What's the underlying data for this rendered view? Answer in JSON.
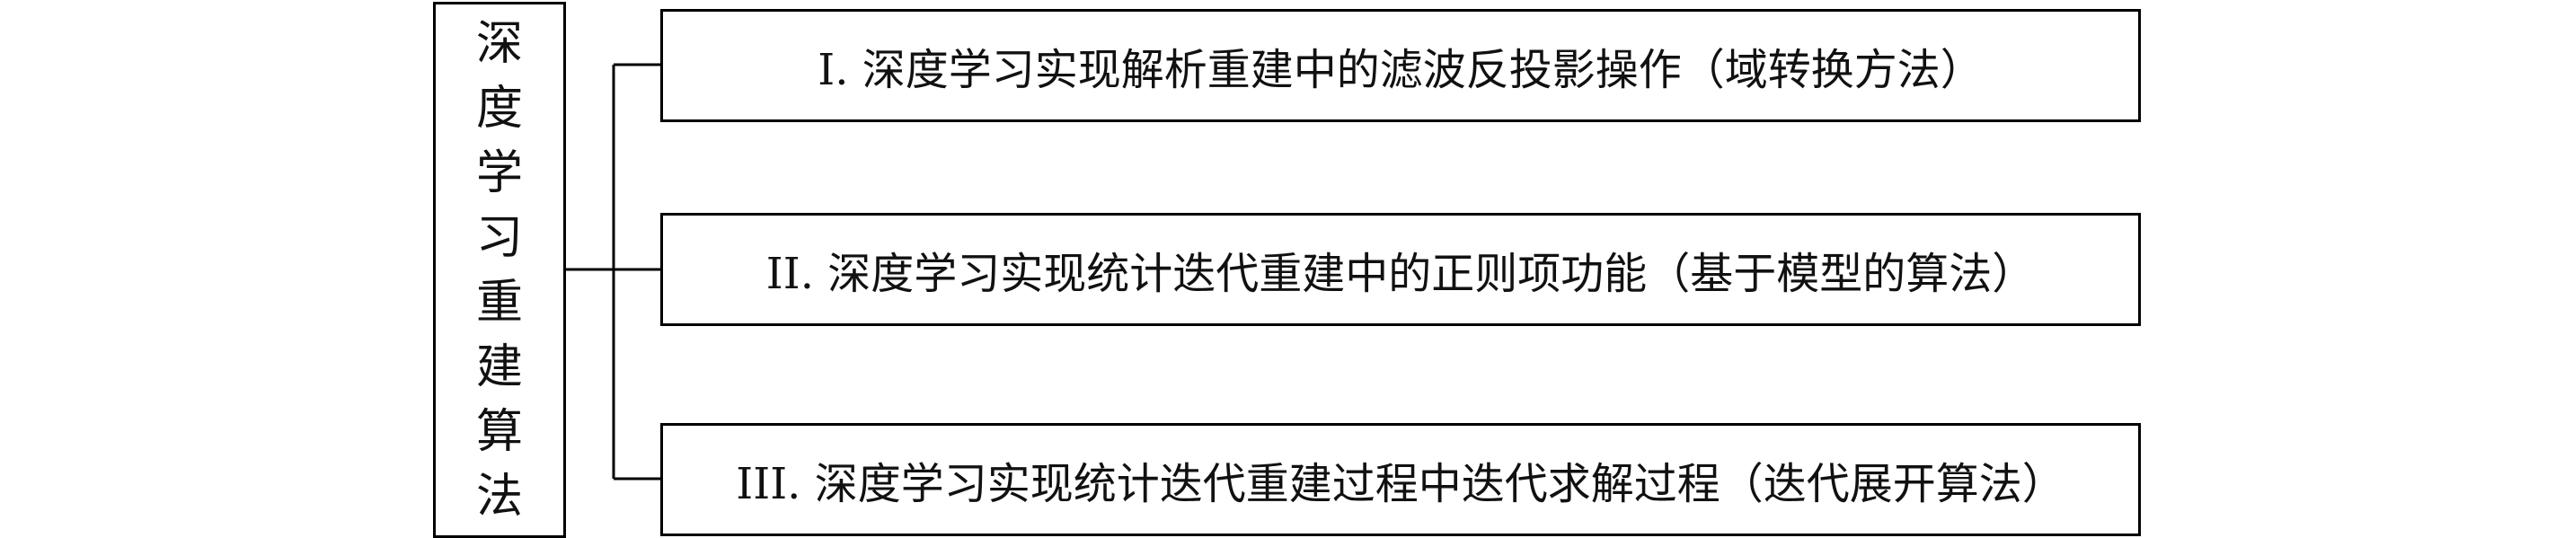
{
  "diagram": {
    "root": {
      "label": "深度学习重建算法"
    },
    "branches": [
      {
        "label": "I. 深度学习实现解析重建中的滤波反投影操作（域转换方法）"
      },
      {
        "label": "II. 深度学习实现统计迭代重建中的正则项功能（基于模型的算法）"
      },
      {
        "label": "III. 深度学习实现统计迭代重建过程中迭代求解过程（迭代展开算法）"
      }
    ]
  }
}
